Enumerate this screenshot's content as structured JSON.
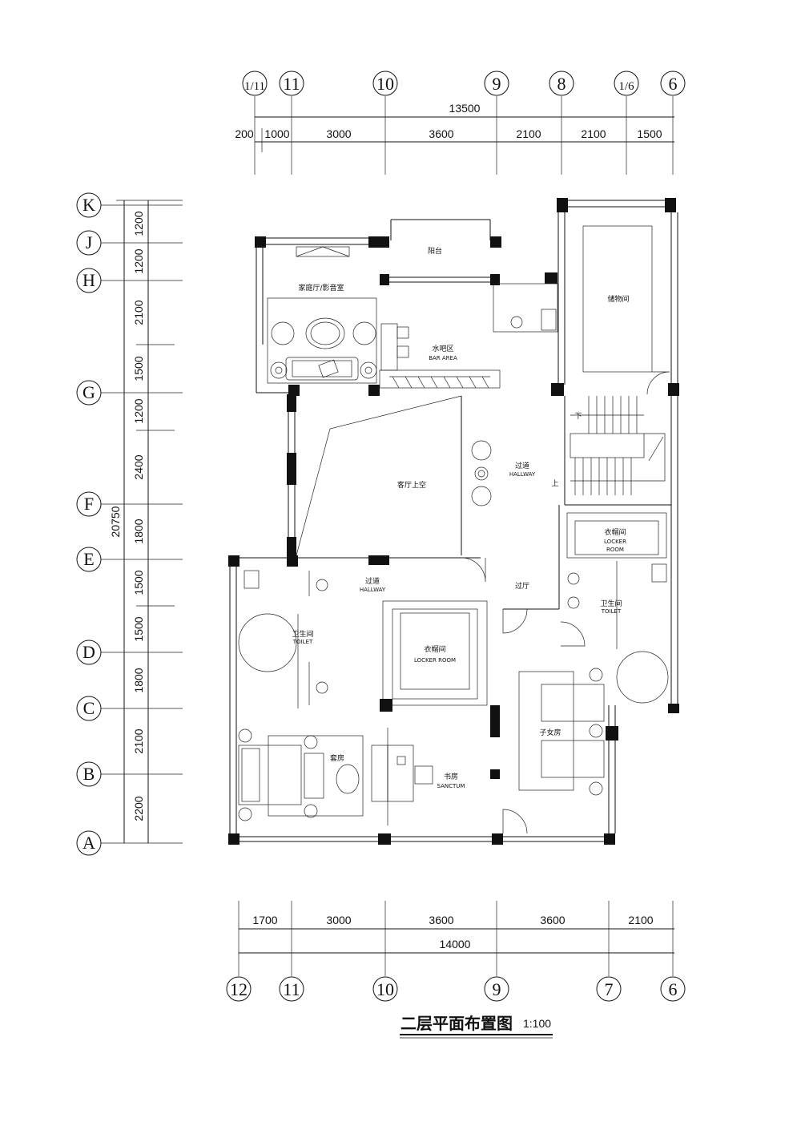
{
  "title": "二层平面布置图",
  "scale": "1:100",
  "top_axes": [
    "1/11",
    "11",
    "10",
    "9",
    "8",
    "1/6",
    "6"
  ],
  "top_total": "13500",
  "top_dims": [
    "200",
    "1000",
    "3000",
    "3600",
    "2100",
    "2100",
    "1500"
  ],
  "bottom_axes": [
    "12",
    "11",
    "10",
    "9",
    "7",
    "6"
  ],
  "bottom_total": "14000",
  "bottom_dims": [
    "1700",
    "3000",
    "3600",
    "3600",
    "2100"
  ],
  "left_axes": [
    "K",
    "J",
    "H",
    "G",
    "F",
    "E",
    "D",
    "C",
    "B",
    "A"
  ],
  "left_total": "20750",
  "left_dims": [
    "1200",
    "1200",
    "2100",
    "1500",
    "1200",
    "2400",
    "1800",
    "1500",
    "1500",
    "1800",
    "2100",
    "2200"
  ],
  "rooms": {
    "family_room": "家庭厅/影音室",
    "balcony": "阳台",
    "storage": "储物间",
    "bar": "水吧区",
    "bar_en": "BAR AREA",
    "void": "客厅上空",
    "hallway": "过道",
    "hallway_en": "HALLWAY",
    "hallway2": "过道",
    "hallway2_en": "HALLWAY",
    "locker": "衣帽间",
    "locker_en": "LOCKER ROOM",
    "locker2": "衣帽间",
    "locker2_en_1": "LOCKER",
    "locker2_en_2": "ROOM",
    "toilet": "卫生间",
    "toilet_en": "TOILET",
    "toilet2": "卫生间",
    "toilet2_en": "TOILET",
    "lobby": "过厅",
    "suite": "套房",
    "study": "书房",
    "study_en": "SANCTUM",
    "kids": "子女房",
    "down": "下",
    "up": "上"
  }
}
